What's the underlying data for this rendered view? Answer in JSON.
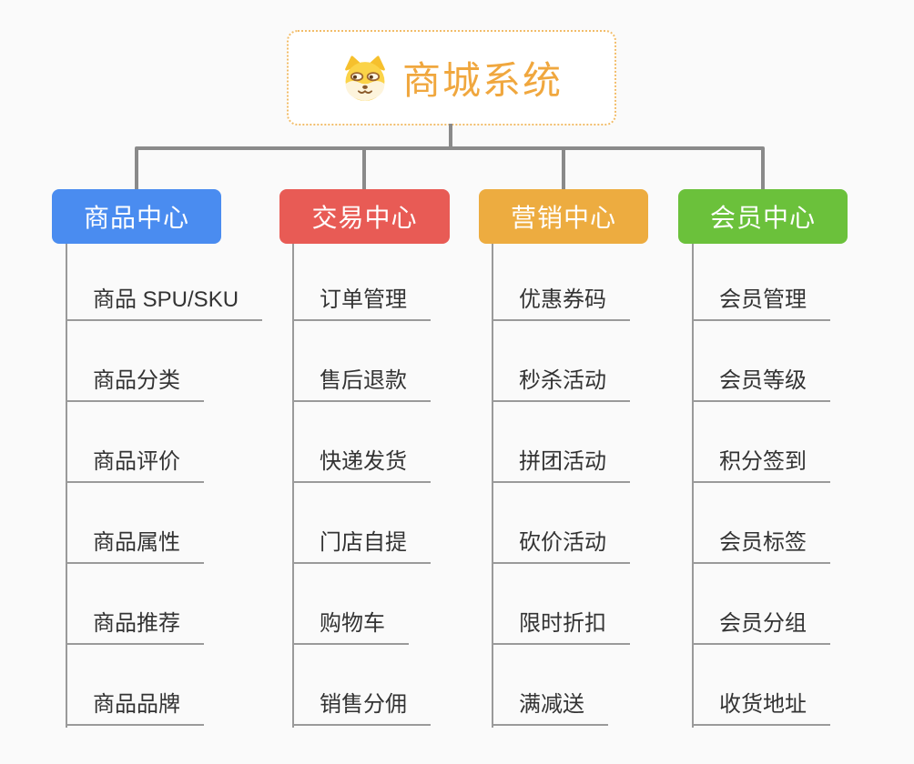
{
  "root": {
    "title": "商城系统",
    "icon": "dog-logo-icon"
  },
  "colors": {
    "background": "#fafafa",
    "connector": "#8a8a8a",
    "leaf_underline": "#9a9a9a",
    "root_border": "#f2bd6a",
    "root_text": "#f0a73e",
    "leaf_text": "#333333"
  },
  "branches": [
    {
      "label": "商品中心",
      "color": "#4a8cf0",
      "items": [
        "商品 SPU/SKU",
        "商品分类",
        "商品评价",
        "商品属性",
        "商品推荐",
        "商品品牌"
      ]
    },
    {
      "label": "交易中心",
      "color": "#e85b55",
      "items": [
        "订单管理",
        "售后退款",
        "快递发货",
        "门店自提",
        "购物车",
        "销售分佣"
      ]
    },
    {
      "label": "营销中心",
      "color": "#edac40",
      "items": [
        "优惠券码",
        "秒杀活动",
        "拼团活动",
        "砍价活动",
        "限时折扣",
        "满减送"
      ]
    },
    {
      "label": "会员中心",
      "color": "#6bc13b",
      "items": [
        "会员管理",
        "会员等级",
        "积分签到",
        "会员标签",
        "会员分组",
        "收货地址"
      ]
    }
  ]
}
